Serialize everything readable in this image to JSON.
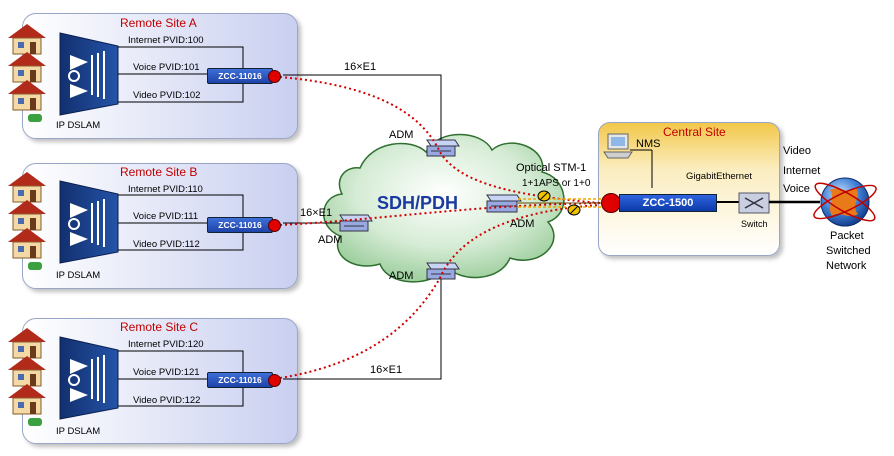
{
  "sites": [
    {
      "title": "Remote Site A",
      "internet": "Internet PVID:100",
      "voice": "Voice PVID:101",
      "video": "Video PVID:102",
      "device": "ZCC-11016",
      "dslam": "IP DSLAM"
    },
    {
      "title": "Remote Site B",
      "internet": "Internet PVID:110",
      "voice": "Voice PVID:111",
      "video": "Video PVID:112",
      "device": "ZCC-11016",
      "dslam": "IP DSLAM"
    },
    {
      "title": "Remote Site C",
      "internet": "Internet PVID:120",
      "voice": "Voice PVID:121",
      "video": "Video PVID:122",
      "device": "ZCC-11016",
      "dslam": "IP DSLAM"
    }
  ],
  "cloud_label": "SDH/PDH",
  "adm_label": "ADM",
  "link_labels": {
    "e1": "16×E1",
    "optical": "Optical STM-1",
    "protection": "1+1APS or 1+0"
  },
  "central": {
    "title": "Central  Site",
    "nms": "NMS",
    "device": "ZCC-1500",
    "gigabit": "GigabitEthernet",
    "switch": "Switch"
  },
  "services": {
    "video": "Video",
    "internet": "Internet",
    "voice": "Voice"
  },
  "network": {
    "line1": "Packet",
    "line2": "Switched",
    "line3": "Network"
  }
}
